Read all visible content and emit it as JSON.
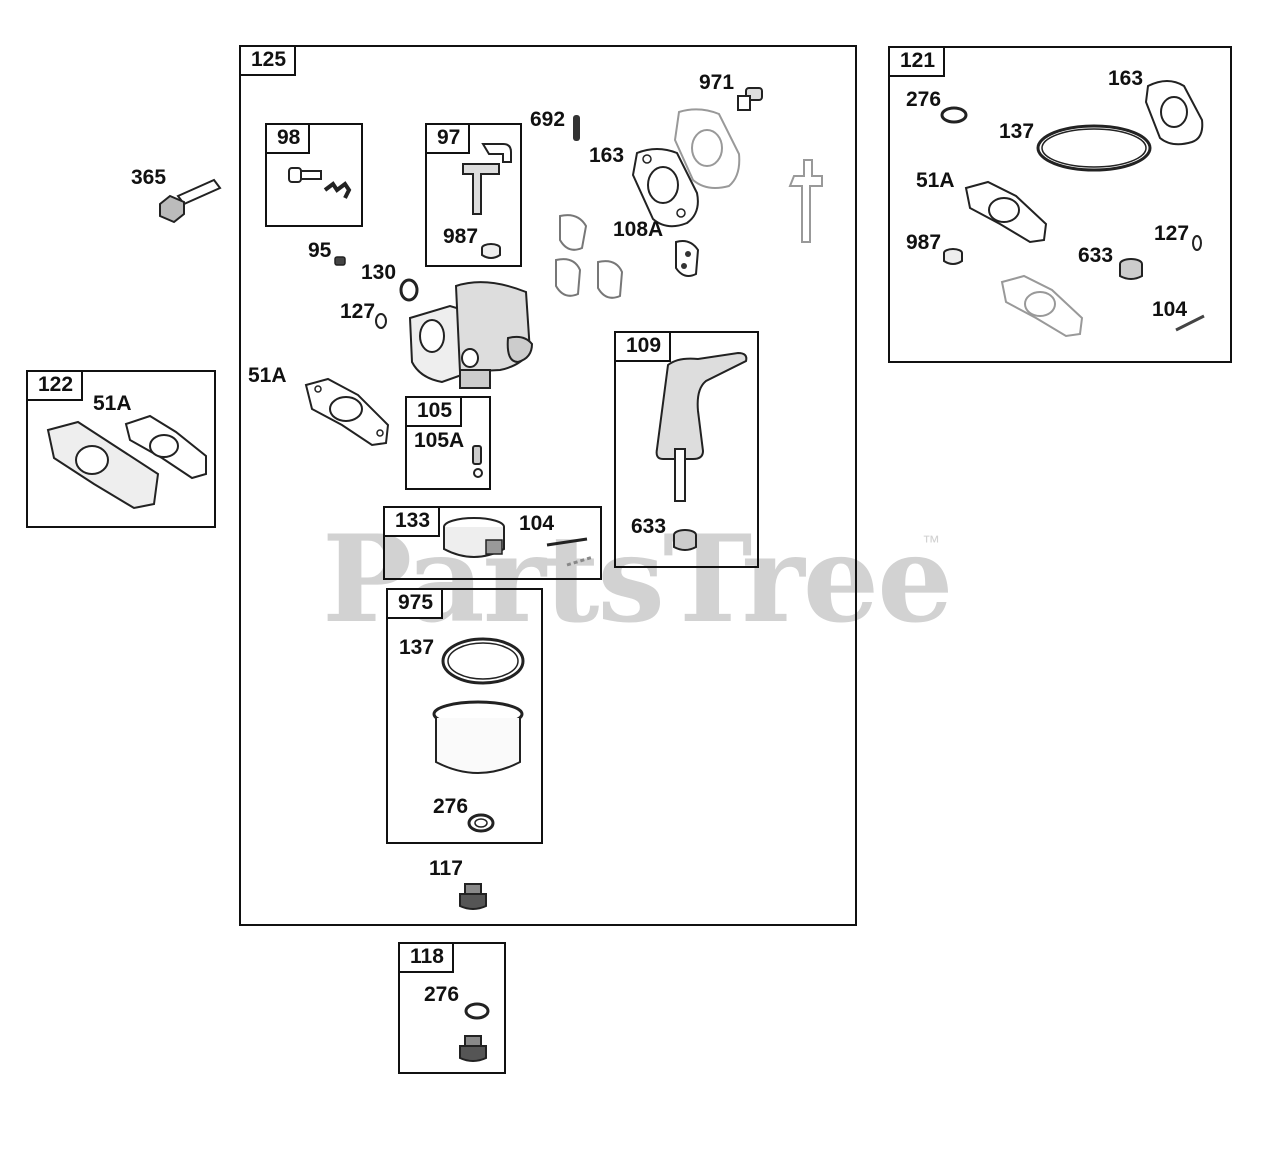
{
  "watermark": {
    "text": "PartsTree",
    "tm": "™"
  },
  "groups": {
    "g125": {
      "tag": "125"
    },
    "g98": {
      "tag": "98"
    },
    "g97": {
      "tag": "97"
    },
    "g105": {
      "tag": "105"
    },
    "g109": {
      "tag": "109"
    },
    "g133": {
      "tag": "133"
    },
    "g975": {
      "tag": "975"
    },
    "g118": {
      "tag": "118"
    },
    "g121": {
      "tag": "121"
    },
    "g122": {
      "tag": "122"
    }
  },
  "labels": {
    "l365": "365",
    "l95": "95",
    "l130": "130",
    "l127a": "127",
    "l51a_main": "51A",
    "l987_97": "987",
    "l692": "692",
    "l971": "971",
    "l163_main": "163",
    "l108a": "108A",
    "l105a": "105A",
    "l104_133": "104",
    "l633_109": "633",
    "l137_975": "137",
    "l276_975": "276",
    "l117": "117",
    "l276_118": "276",
    "l276_121": "276",
    "l163_121": "163",
    "l137_121": "137",
    "l51a_121": "51A",
    "l987_121": "987",
    "l633_121": "633",
    "l127_121": "127",
    "l104_121": "104",
    "l51a_122": "51A"
  }
}
